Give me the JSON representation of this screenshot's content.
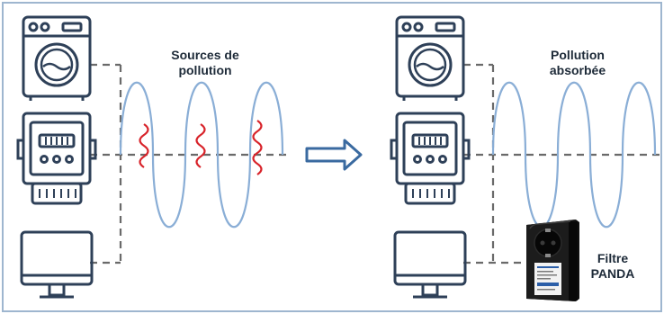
{
  "left_panel": {
    "label_line1": "Sources de",
    "label_line2": "pollution"
  },
  "right_panel": {
    "label_line1": "Pollution",
    "label_line2": "absorbée",
    "filter_line1": "Filtre",
    "filter_line2": "PANDA"
  },
  "colors": {
    "icon_stroke": "#2e4058",
    "wave": "#8aaed6",
    "noise": "#d8232a",
    "dashed_line": "#6a6a6a",
    "arrow": "#3a6aa0",
    "border": "#9eb6cf",
    "device_body": "#1a1a1a"
  }
}
